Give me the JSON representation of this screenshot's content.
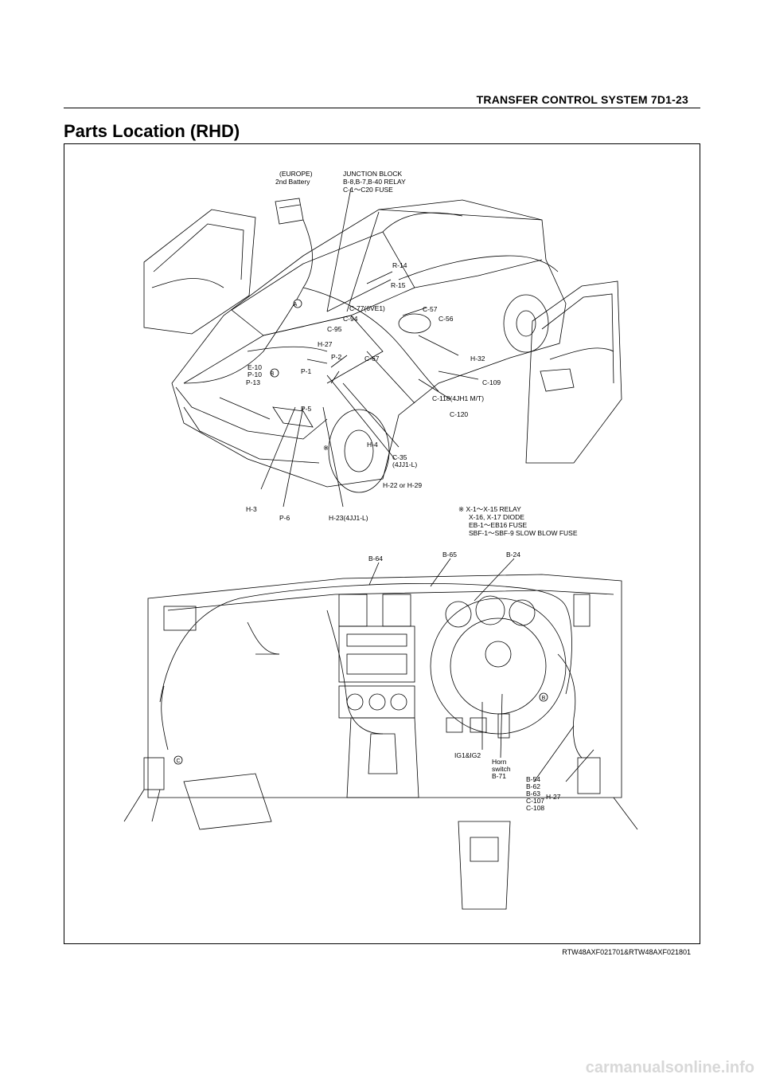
{
  "header": {
    "title": "TRANSFER CONTROL SYSTEM  7D1-23"
  },
  "section": {
    "title": "Parts Location (RHD)"
  },
  "vehicle_labels": {
    "europe": "(EUROPE)",
    "battery": "2nd Battery",
    "jb1": "JUNCTION BLOCK",
    "jb2": "B-8,B-7,B-40 RELAY",
    "jb3": "C-1～C20 FUSE",
    "r14": "R-14",
    "r15": "R-15",
    "c57": "C-57",
    "c56": "C-56",
    "c77": "C-77(6VE1)",
    "c94": "C-94",
    "c95": "C-95",
    "h27a": "H-27",
    "e10": "E-10",
    "p10": "P-10",
    "p13": "P-13",
    "p1": "P-1",
    "p2": "P-2",
    "c67": "C-67",
    "h32": "H-32",
    "c109": "C-109",
    "c118": "C-118(4JH1 M/T)",
    "c120": "C-120",
    "p5": "P-5",
    "h4": "H-4",
    "c35a": "C-35",
    "c35b": "(4JJ1-L)",
    "h22": "H-22 or H-29",
    "h3": "H-3",
    "p6": "P-6",
    "h23": "H-23(4JJ1-L)",
    "ref_mark": "※",
    "note1": "※ X-1～X-15      RELAY",
    "note2": "X-16, X-17       DIODE",
    "note3": "EB-1～EB16      FUSE",
    "note4": "SBF-1～SBF-9 SLOW BLOW FUSE",
    "mark_a": "A",
    "mark_b": "B"
  },
  "dash_labels": {
    "b64": "B-64",
    "b65": "B-65",
    "b24": "B-24",
    "ig": "IG1&IG2",
    "horn1": "Horn",
    "horn2": "switch",
    "horn3": "B-71",
    "b54": "B-54",
    "b62": "B-62",
    "b63": "B-63",
    "c107": "C-107",
    "c108": "C-108",
    "h27b": "H-27",
    "mark_b": "B",
    "mark_c": "C"
  },
  "figure": {
    "id": "RTW48AXF021701&RTW48AXF021801"
  },
  "watermark": "carmanualsonline.info"
}
